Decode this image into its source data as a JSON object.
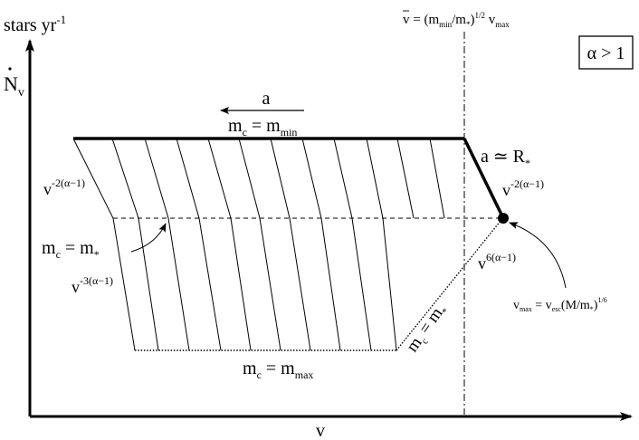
{
  "axes": {
    "y_label": {
      "main": "stars yr",
      "sup": "-1"
    },
    "y_quantity": {
      "main": "N",
      "sub": "v"
    },
    "x_label": "v"
  },
  "regime_box": "α > 1",
  "escape_line_label": {
    "lhs": "v",
    "p1": " = (m",
    "p1_sub": "min",
    "p2": "/m",
    "p2_sub": "*",
    "p3": ")",
    "p3_sup": "1/2",
    "p4": " v",
    "p4_sub": "max"
  },
  "arrow_a_label": "a",
  "top_label": {
    "m": "m",
    "m_sub": "c",
    "eq": " = m",
    "rhs_sub": "min"
  },
  "bottom_label": {
    "m": "m",
    "m_sub": "c",
    "eq": " = m",
    "rhs_sub": "max"
  },
  "diag_label": {
    "m": "m",
    "m_sub": "c",
    "eq": " = m",
    "rhs_sub": "*"
  },
  "mid_label": {
    "m": "m",
    "m_sub": "c",
    "eq": " = m",
    "rhs_sub": "*"
  },
  "a_R_label": {
    "a": "a ",
    "sim": "≃",
    "R": " R",
    "R_sub": "*"
  },
  "slope_upper_left": {
    "base": "v",
    "exp": "-2(α−1)"
  },
  "slope_lower_left": {
    "base": "v",
    "exp": "-3(α−1)"
  },
  "slope_upper_right": {
    "base": "v",
    "exp": "-2(α−1)"
  },
  "slope_lower_right": {
    "base": "v",
    "exp": "6(α−1)"
  },
  "vmax_label": {
    "v": "v",
    "v_sub": "max",
    "eq": " = v",
    "esc_sub": "esc",
    "paren": "(M/m",
    "m_sub": "*",
    "close": ")",
    "exp": "1/6"
  }
}
